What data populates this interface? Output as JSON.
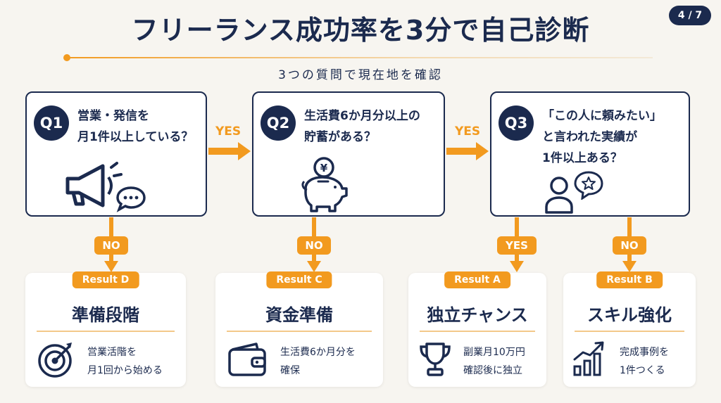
{
  "page_badge": "4 / 7",
  "title": "フリーランス成功率を3分で自己診断",
  "subtitle": "3つの質問で現在地を確認",
  "questions": [
    {
      "id": "Q1",
      "text": "営業・発信を\n月1件以上している？"
    },
    {
      "id": "Q2",
      "text": "生活費6か月分以上の\n貯蓄がある？"
    },
    {
      "id": "Q3",
      "text": "「この人に頼みたい」\nと言われた実績が\n1件以上ある？"
    }
  ],
  "yen_symbol": "¥",
  "flow_labels": {
    "yes": "YES",
    "no": "NO"
  },
  "results": [
    {
      "tag": "Result D",
      "name": "準備段階",
      "desc": "営業活階を\n月1回から始める"
    },
    {
      "tag": "Result C",
      "name": "資金準備",
      "desc": "生活費6か月分を\n確保"
    },
    {
      "tag": "Result A",
      "name": "独立チャンス",
      "desc": "副業月10万円\n確認後に独立"
    },
    {
      "tag": "Result B",
      "name": "スキル強化",
      "desc": "完成事例を\n1件つくる"
    }
  ],
  "colors": {
    "navy": "#1b2a4e",
    "accent": "#f29a1f",
    "background": "#f7f5f0"
  }
}
